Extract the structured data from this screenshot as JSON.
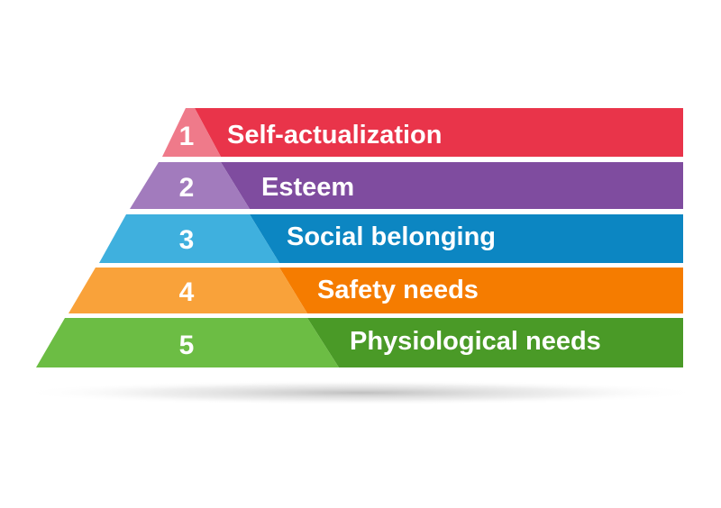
{
  "levels": [
    {
      "number": "1",
      "label": "Self-actualization",
      "color": "#e9344a",
      "light_color": "#ef7a8a"
    },
    {
      "number": "2",
      "label": "Esteem",
      "color": "#7f4c9f",
      "light_color": "#a27bbd"
    },
    {
      "number": "3",
      "label": "Social belonging",
      "color": "#0c86c2",
      "light_color": "#3fb0de"
    },
    {
      "number": "4",
      "label": "Safety needs",
      "color": "#f57c00",
      "light_color": "#f9a23a"
    },
    {
      "number": "5",
      "label": "Physiological needs",
      "color": "#4a9a27",
      "light_color": "#6cbd44"
    }
  ]
}
